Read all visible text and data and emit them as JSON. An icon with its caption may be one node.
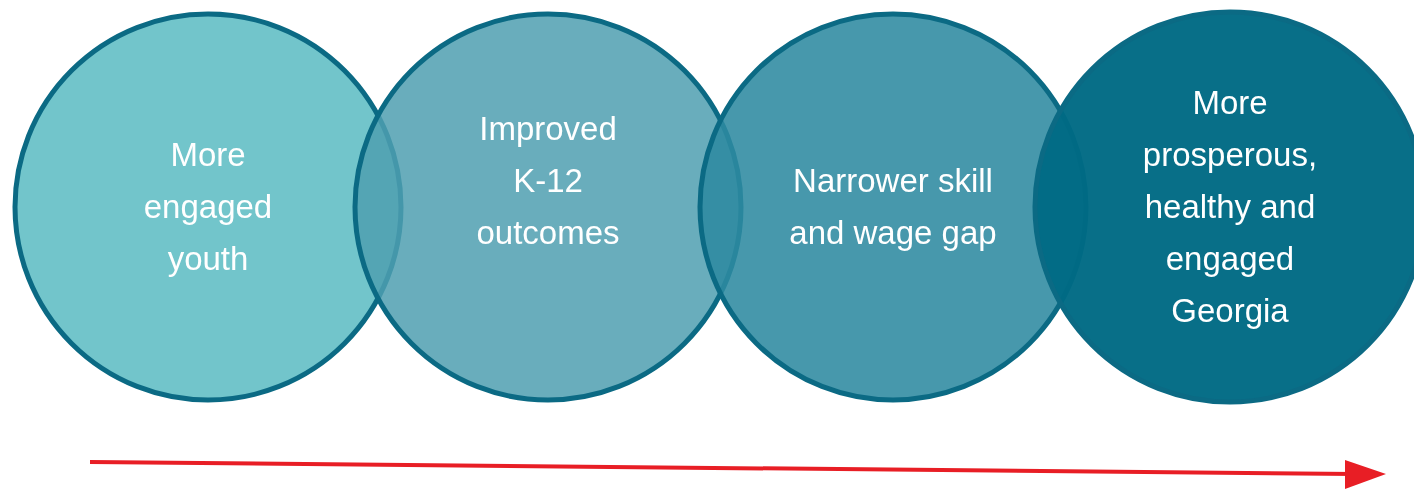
{
  "diagram": {
    "nodes": [
      {
        "text": [
          "More engaged youth"
        ]
      },
      {
        "text": [
          "Improved K-12 outcomes"
        ]
      },
      {
        "text": [
          "Narrower skill and wage gap"
        ]
      },
      {
        "text": [
          "More prosperous, healthy and engaged Georgia"
        ]
      }
    ]
  }
}
